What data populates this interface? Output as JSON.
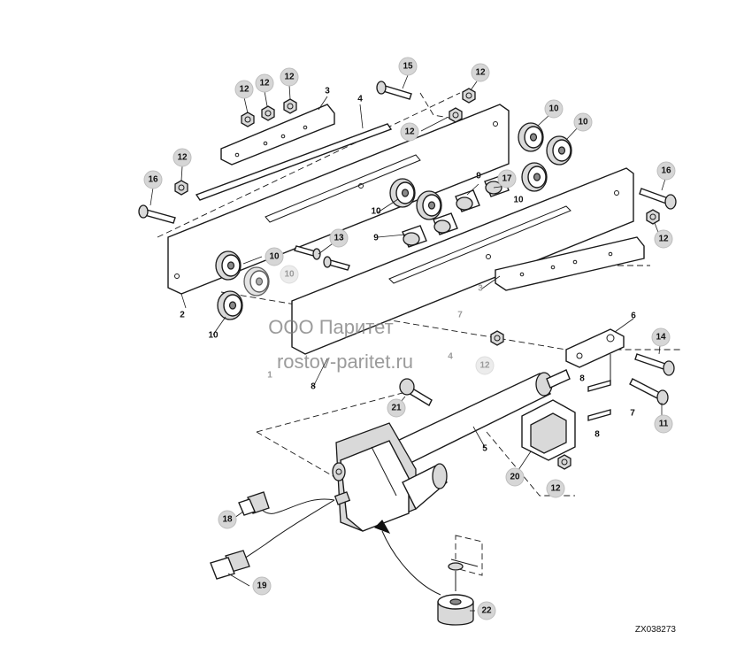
{
  "callouts": {
    "c2": "2",
    "c3a": "3",
    "c3b": "3",
    "c4a": "4",
    "c4b": "4",
    "c5": "5",
    "c6": "6",
    "c7a": "7",
    "c7b": "7",
    "c8a": "8",
    "c8b": "8",
    "c8c": "8",
    "c9a": "9",
    "c9b": "9",
    "c10a": "10",
    "c10b": "10",
    "c10c": "10",
    "c10d": "10",
    "c10e": "10",
    "c10f": "10",
    "c10g": "10",
    "c11": "11",
    "c12a": "12",
    "c12b": "12",
    "c12c": "12",
    "c12d": "12",
    "c12e": "12",
    "c12f": "12",
    "c12g": "12",
    "c12h": "12",
    "c12i": "12",
    "c13": "13",
    "c14": "14",
    "c15": "15",
    "c16a": "16",
    "c16b": "16",
    "c17": "17",
    "c18": "18",
    "c19": "19",
    "c20": "20",
    "c21": "21",
    "c22": "22",
    "c1": "1"
  },
  "watermark": {
    "line1": "ООО Паритет",
    "line2": "rostov-paritet.ru"
  },
  "reference_code": "ZX038273"
}
